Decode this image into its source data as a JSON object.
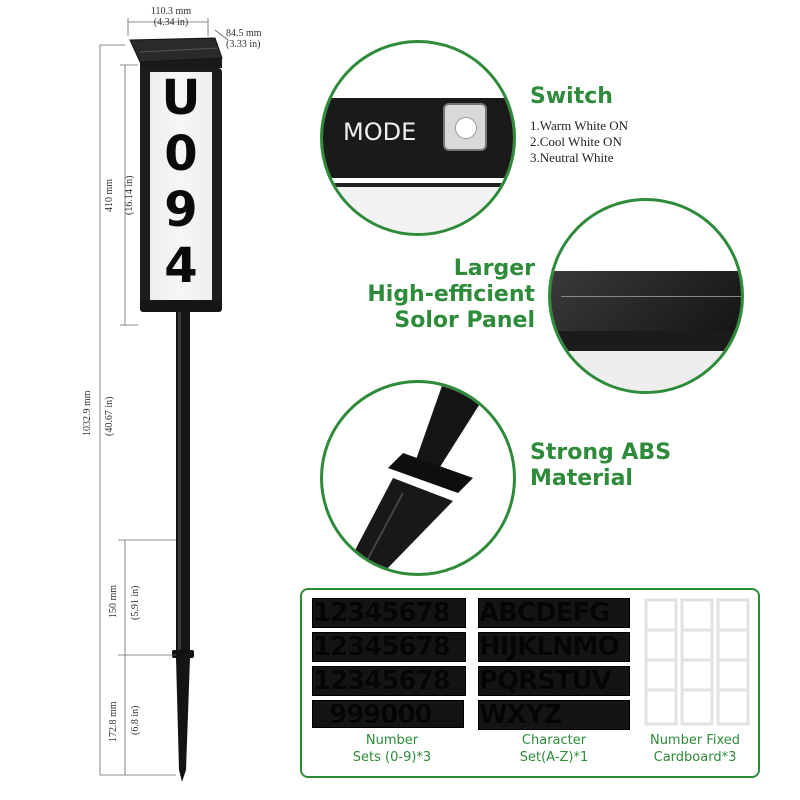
{
  "product": {
    "sign_characters": [
      "U",
      "0",
      "9",
      "4"
    ]
  },
  "dimensions": {
    "width_mm": "110.3 mm",
    "width_in": "(4.34 in)",
    "depth_mm": "84.5 mm",
    "depth_in": "(3.33 in)",
    "sign_height_mm": "410 mm",
    "sign_height_in": "(16.14 in)",
    "total_height_mm": "1032.9 mm",
    "total_height_in": "(40.67 in)",
    "stake_upper_mm": "150 mm",
    "stake_upper_in": "(5.91 in)",
    "stake_lower_mm": "172.8 mm",
    "stake_lower_in": "(6.8 in)"
  },
  "features": {
    "switch": {
      "title": "Switch",
      "button_label": "MODE",
      "modes": [
        "1.Warm White ON",
        "2.Cool White ON",
        "3.Neutral White"
      ]
    },
    "panel": {
      "title_lines": [
        "Larger",
        "High-efficient",
        "Solor Panel"
      ]
    },
    "material": {
      "title_lines": [
        "Strong ABS",
        "Material"
      ]
    }
  },
  "accessories": {
    "number_rows": [
      "12345678",
      "12345678",
      "12345678",
      "999000"
    ],
    "letter_rows": [
      "ABCDEFG",
      "HIJKLNMO",
      "PQRSTUV",
      "WXYZ"
    ],
    "captions": {
      "numbers": [
        "Number",
        "Sets (0-9)*3"
      ],
      "characters": [
        "Character",
        "Set(A-Z)*1"
      ],
      "cardboard": [
        "Number Fixed",
        "Cardboard*3"
      ]
    }
  },
  "colors": {
    "accent_green": "#2e8b3a",
    "product_black": "#141414"
  }
}
